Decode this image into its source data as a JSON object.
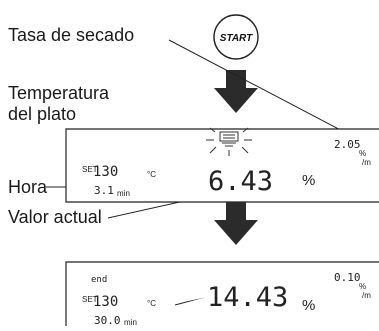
{
  "labels": {
    "drying_rate": "Tasa de secado",
    "pan_temp_line1": "Temperatura",
    "pan_temp_line2": "del plato",
    "time": "Hora",
    "actual_value": "Valor actual"
  },
  "start_button": {
    "label": "START"
  },
  "display_1": {
    "set_marker": "SET",
    "set_temp": "130",
    "temp_unit": "°C",
    "time_value": "3.1",
    "time_unit": "min",
    "main_value": "6.43",
    "main_unit": "%",
    "rate_value": "2.05",
    "rate_unit_top": "%",
    "rate_unit_bottom": "/m"
  },
  "display_2": {
    "status": "end",
    "set_marker": "SET",
    "set_temp": "130",
    "temp_unit": "°C",
    "time_value": "30.0",
    "time_unit": "min",
    "main_value": "14.43",
    "main_unit": "%",
    "rate_value": "0.10",
    "rate_unit_top": "%",
    "rate_unit_bottom": "/m"
  }
}
